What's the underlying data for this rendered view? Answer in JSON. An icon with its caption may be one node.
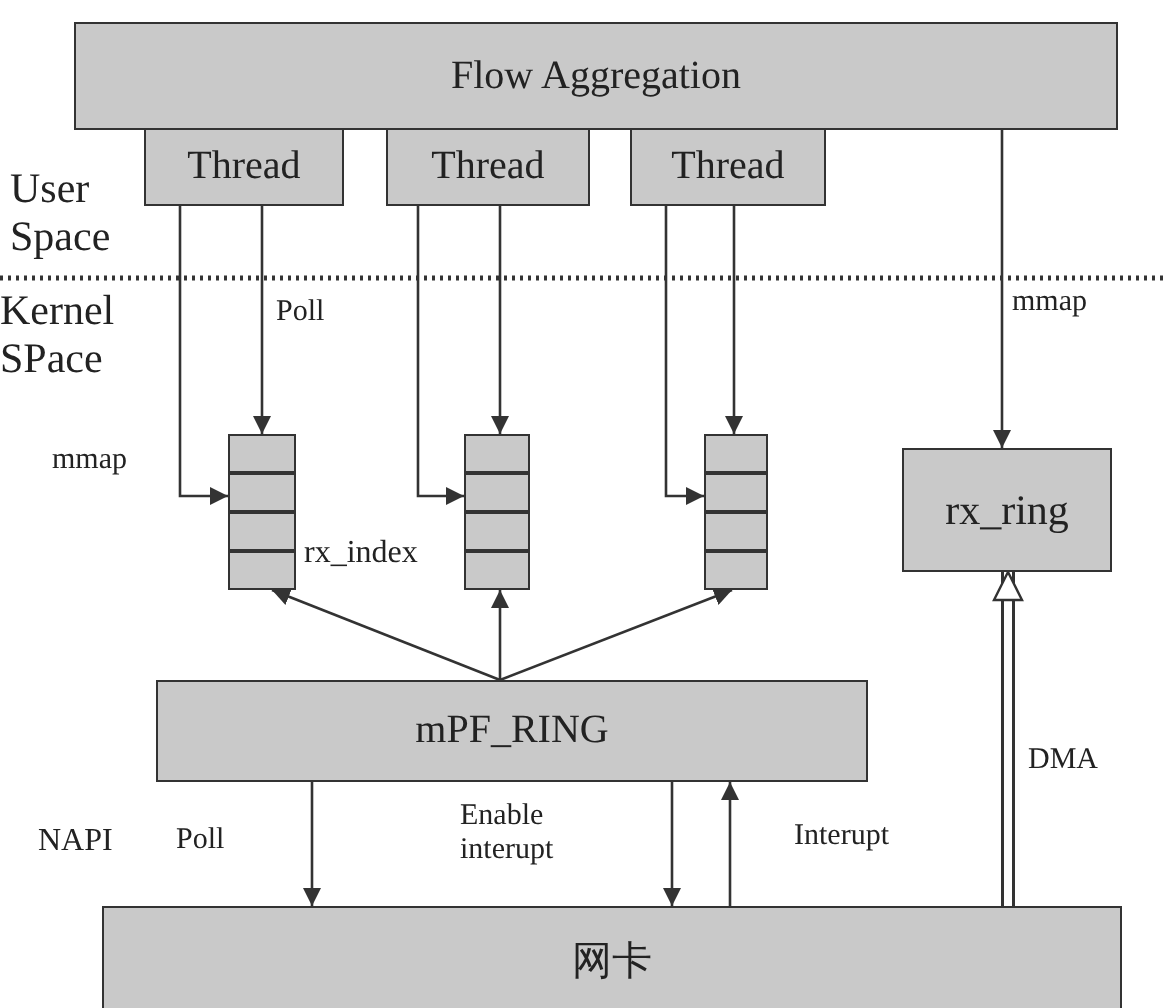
{
  "diagram": {
    "nodes": [
      {
        "text": [
          "Flow Aggregation"
        ]
      },
      {
        "text": [
          "Thread"
        ]
      },
      {
        "text": [
          "Thread"
        ]
      },
      {
        "text": [
          "Thread"
        ]
      },
      {
        "text": [],
        "shape": "box"
      },
      {
        "text": [],
        "shape": "box"
      },
      {
        "text": [],
        "shape": "box"
      },
      {
        "text": [
          "rx_ring"
        ]
      },
      {
        "text": [
          "mPF_RING"
        ]
      },
      {
        "text": [
          "网卡"
        ]
      }
    ],
    "edges": [
      {
        "from": 1,
        "to": 4,
        "arrow": "to",
        "label": "mmap"
      },
      {
        "from": 1,
        "to": 4,
        "arrow": "to",
        "label": "Poll"
      },
      {
        "from": 2,
        "to": 5,
        "arrow": "to"
      },
      {
        "from": 2,
        "to": 5,
        "arrow": "to"
      },
      {
        "from": 3,
        "to": 6,
        "arrow": "to"
      },
      {
        "from": 3,
        "to": 6,
        "arrow": "to"
      },
      {
        "from": 0,
        "to": 7,
        "arrow": "to",
        "label": "mmap"
      },
      {
        "from": 8,
        "to": 4,
        "arrow": "to"
      },
      {
        "from": 8,
        "to": 5,
        "arrow": "to"
      },
      {
        "from": 8,
        "to": 6,
        "arrow": "to"
      },
      {
        "from": 8,
        "to": 9,
        "arrow": "to",
        "label": "Poll"
      },
      {
        "from": 8,
        "to": 9,
        "arrow": "to",
        "label": "Enable interupt"
      },
      {
        "from": 9,
        "to": 8,
        "arrow": "to",
        "label": "Interupt"
      },
      {
        "from": 9,
        "to": 7,
        "arrow": "to",
        "label": "DMA",
        "style": "thick"
      }
    ],
    "labels": [
      "User Space",
      "Kernel SPace",
      "rx_index",
      "NAPI"
    ]
  }
}
